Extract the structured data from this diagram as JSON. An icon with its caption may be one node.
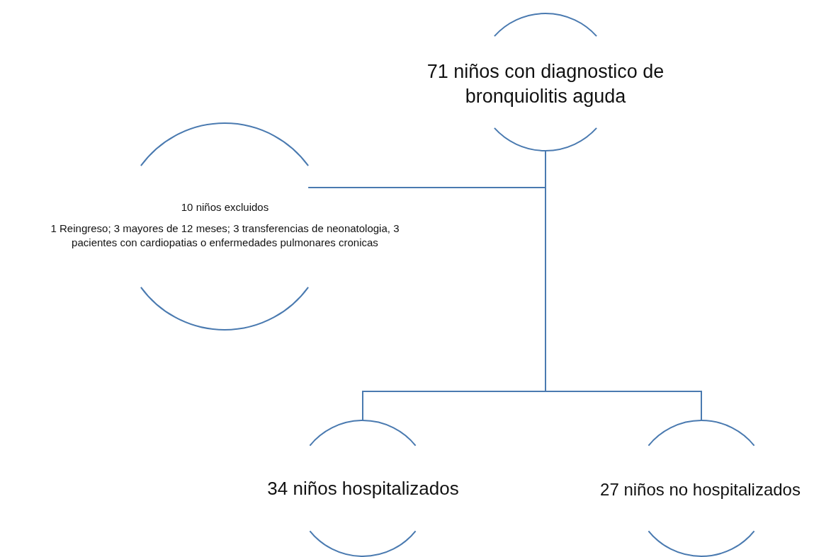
{
  "diagram": {
    "nodes": [
      {
        "text": [
          "71 niños con diagnostico de bronquiolitis aguda"
        ]
      },
      {
        "text": [
          "10 niños excluidos",
          "1 Reingreso; 3 mayores de 12 meses; 3 transferencias de neonatologia, 3 pacientes con cardiopatias o enfermedades pulmonares cronicas"
        ]
      },
      {
        "text": [
          "34 niños hospitalizados"
        ]
      },
      {
        "text": [
          "27 niños no hospitalizados"
        ]
      }
    ],
    "edges": [
      {
        "from": 0,
        "to": 1,
        "arrow": "none"
      },
      {
        "from": 0,
        "to": 2,
        "arrow": "none"
      },
      {
        "from": 0,
        "to": 3,
        "arrow": "none"
      }
    ]
  }
}
